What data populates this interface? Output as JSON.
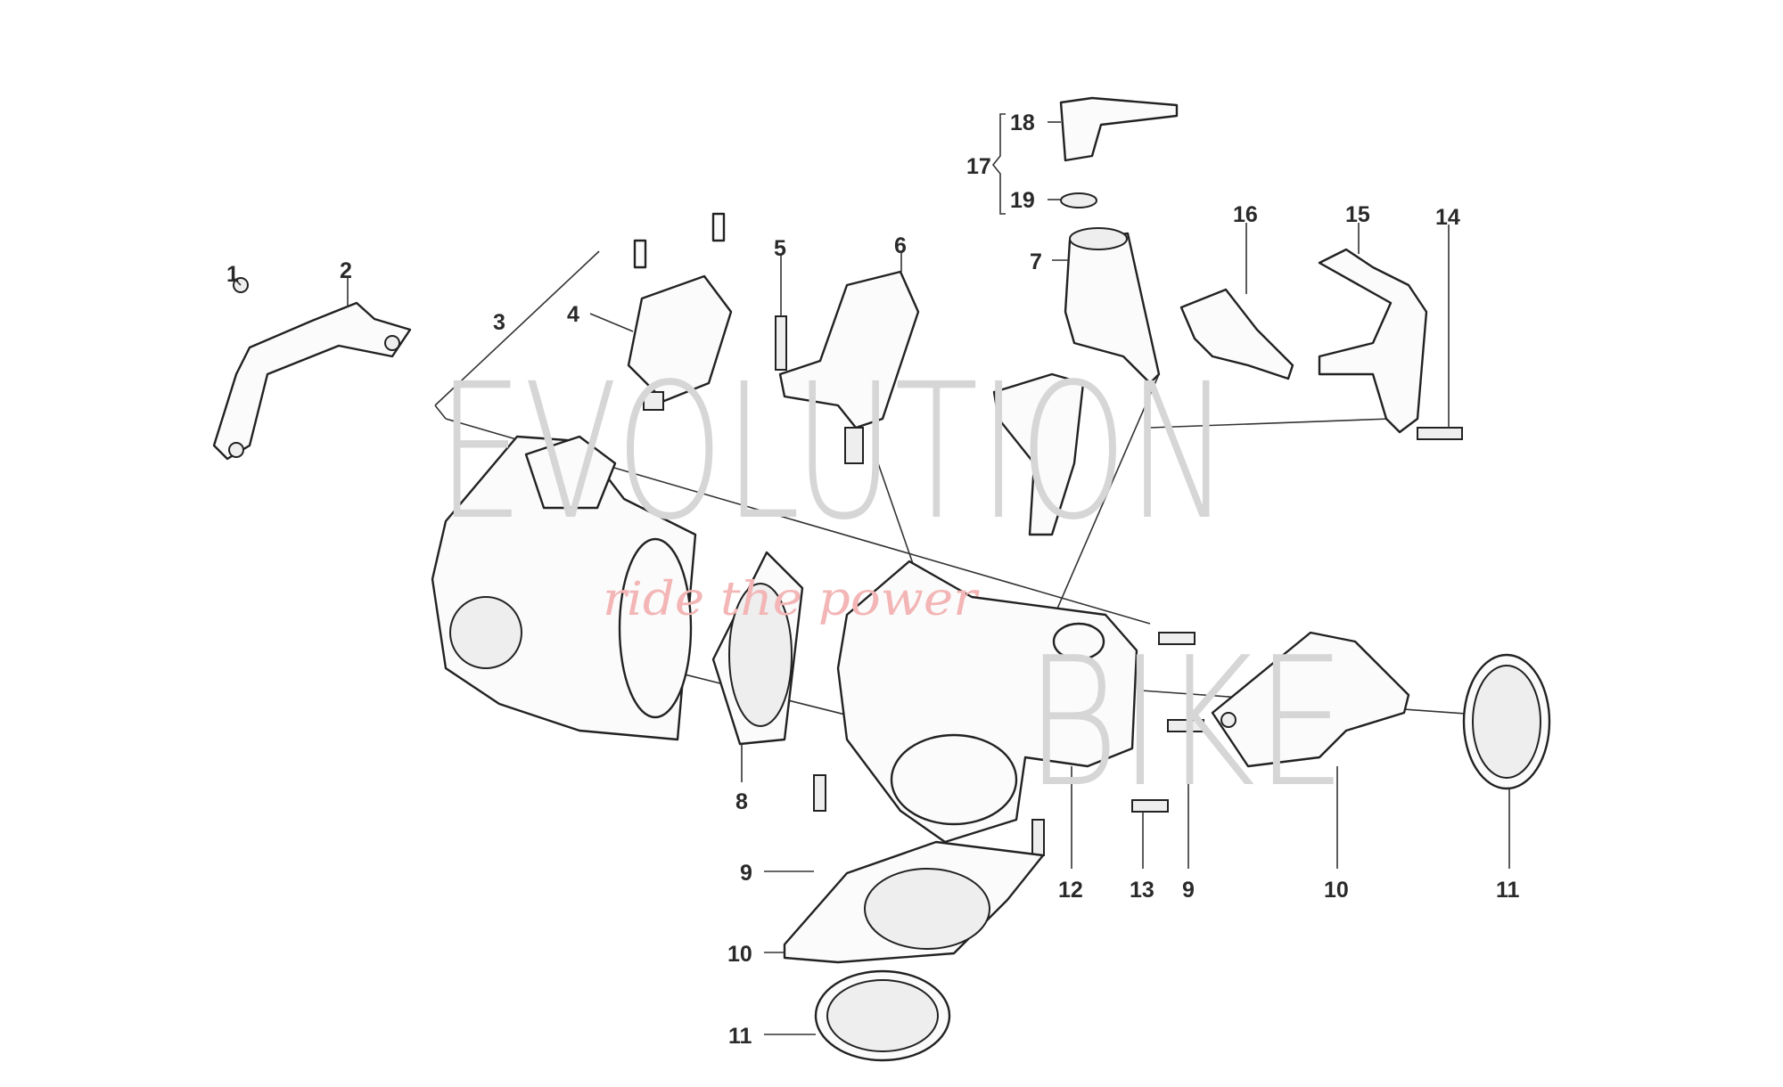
{
  "watermark": {
    "brand_line1": "EVOLUTION",
    "brand_line2": "BIKE",
    "slogan": "ride the power",
    "slogan_color": "#f3b5b5"
  },
  "callouts": {
    "c1": "1",
    "c2": "2",
    "c3": "3",
    "c4": "4",
    "c5": "5",
    "c6": "6",
    "c7": "7",
    "c8": "8",
    "c9a": "9",
    "c9b": "9",
    "c10a": "10",
    "c10b": "10",
    "c11a": "11",
    "c11b": "11",
    "c12": "12",
    "c13": "13",
    "c14": "14",
    "c15": "15",
    "c16": "16",
    "c17": "17",
    "c18": "18",
    "c19": "19"
  }
}
